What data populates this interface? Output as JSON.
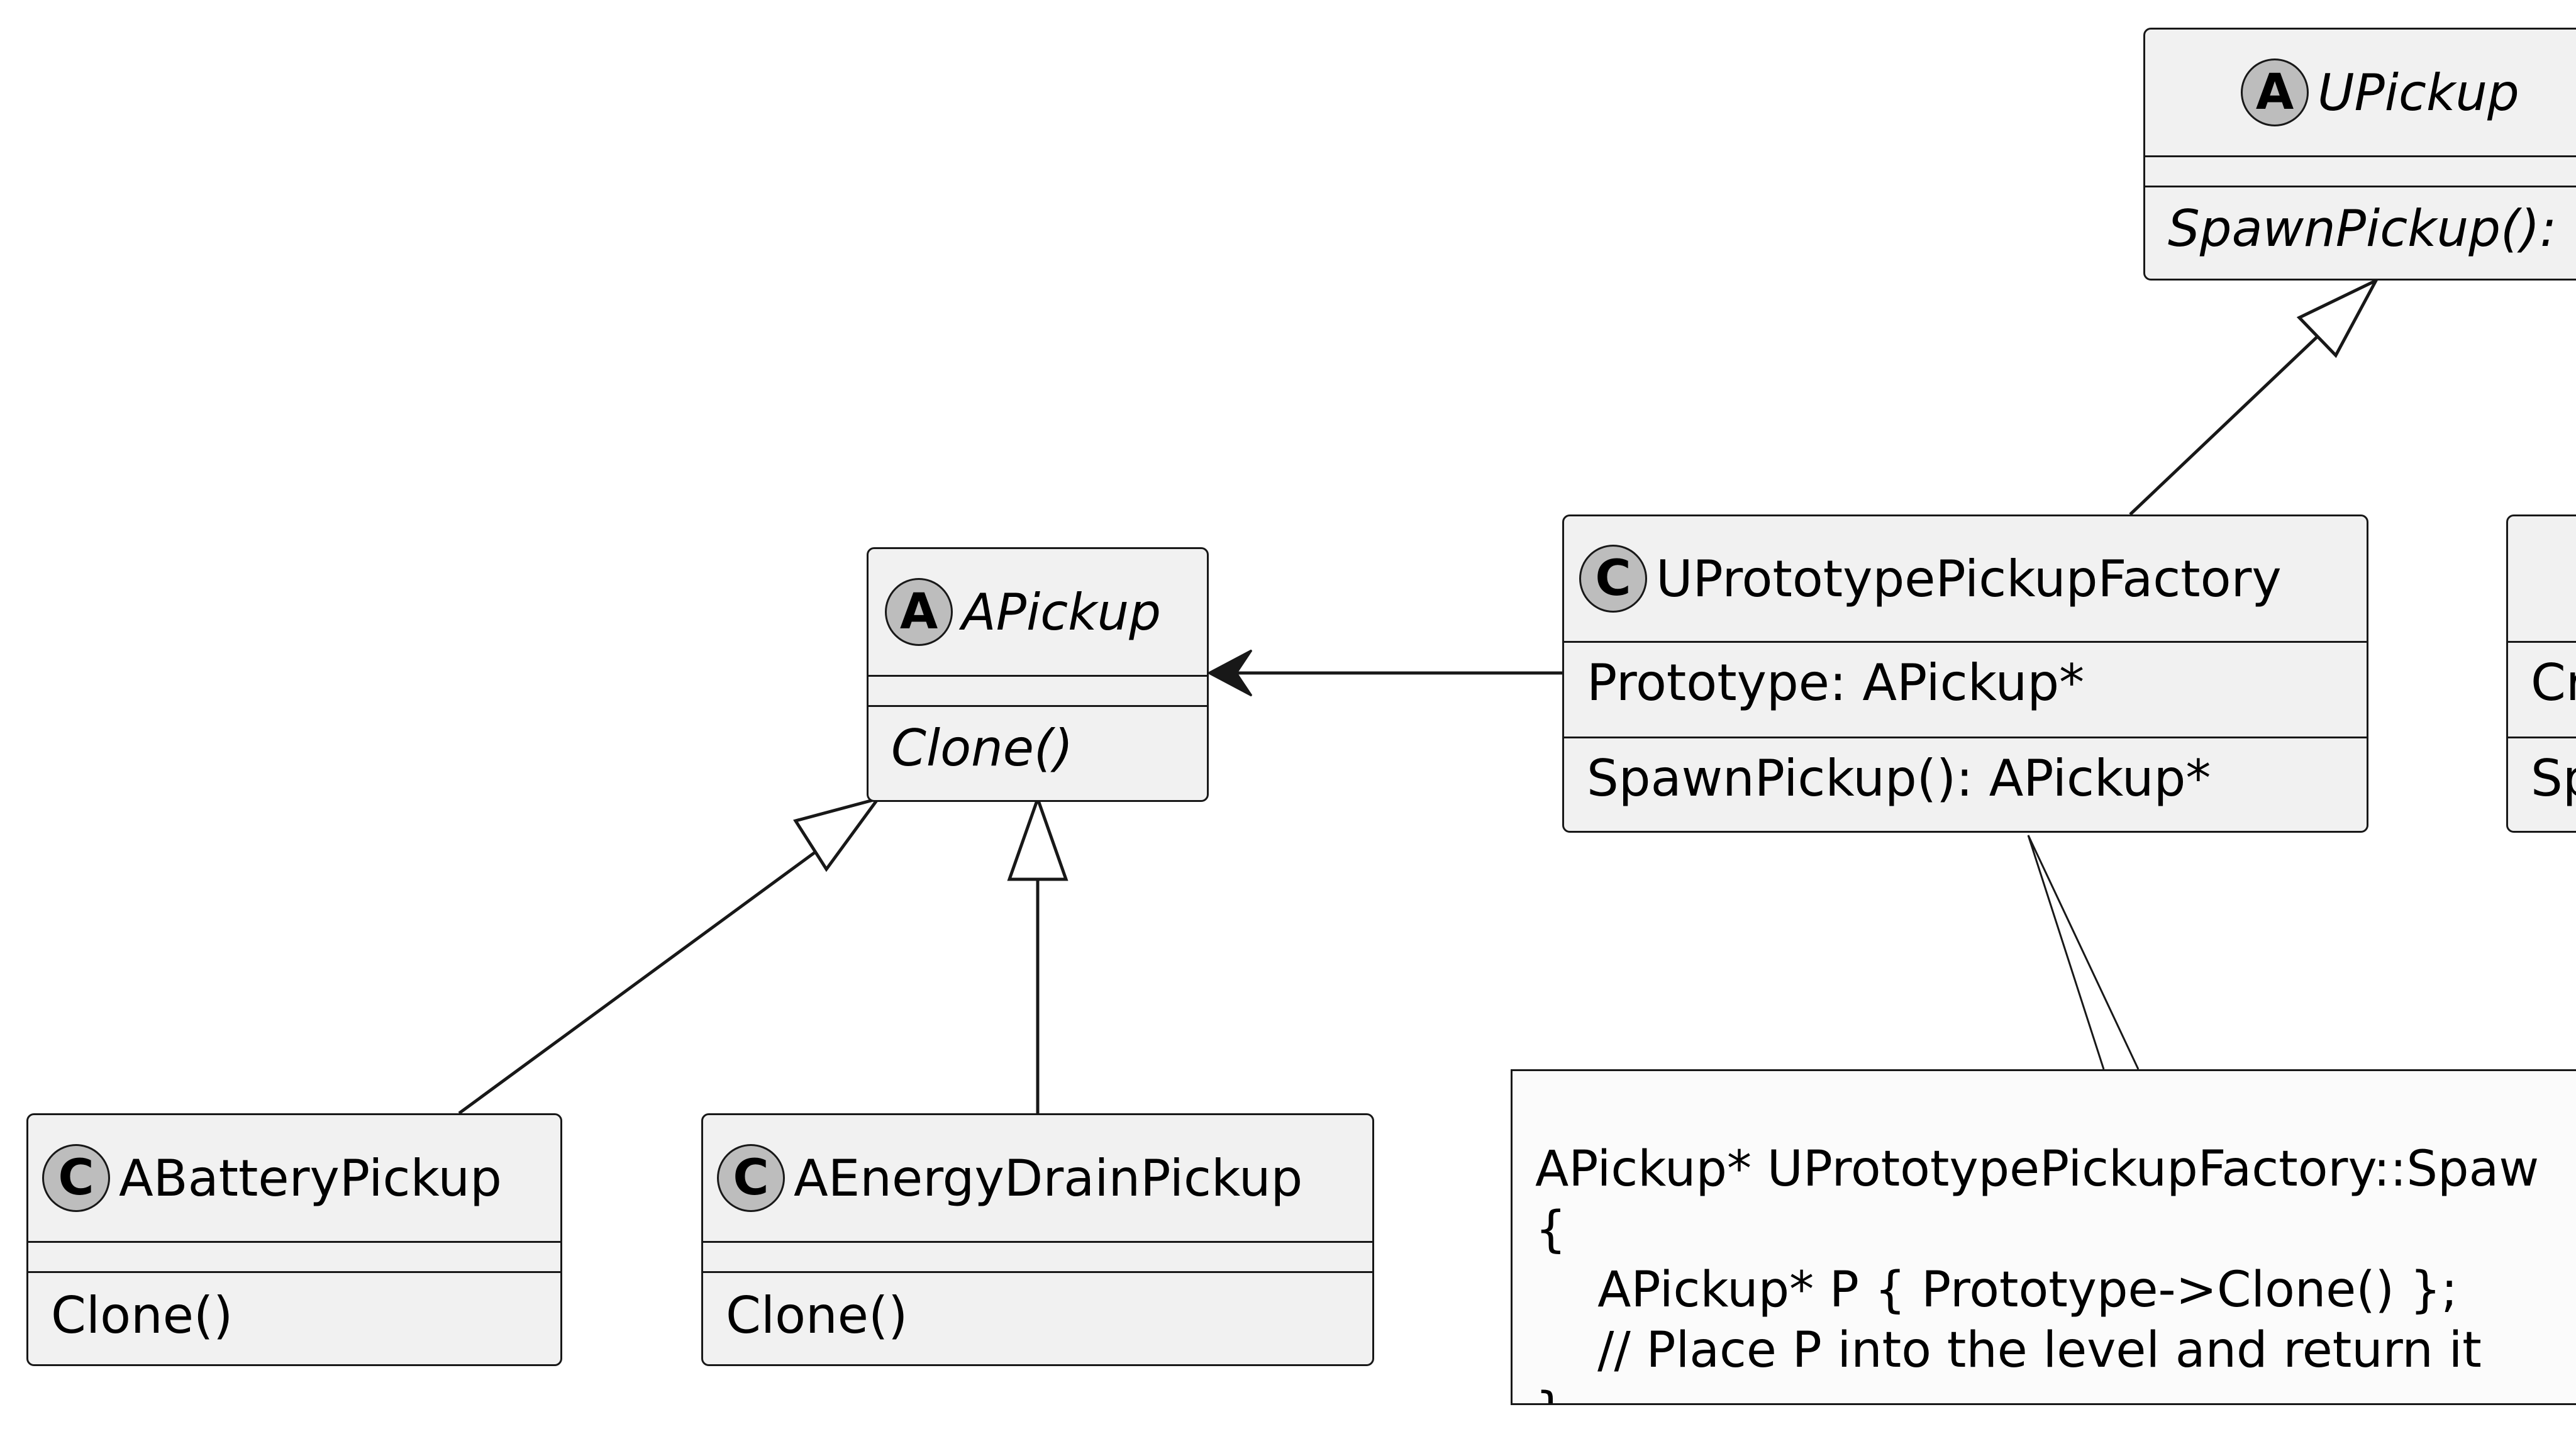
{
  "classes": {
    "upickup_factory": {
      "name": "UPickup",
      "stereotype": "A",
      "abstract": true,
      "method": "SpawnPickup():"
    },
    "apickup": {
      "name": "APickup",
      "stereotype": "A",
      "abstract": true,
      "method": "Clone()"
    },
    "uprototype": {
      "name": "UPrototypePickupFactory",
      "stereotype": "C",
      "abstract": false,
      "field": "Prototype: APickup*",
      "method": "SpawnPickup(): APickup*"
    },
    "partial_right": {
      "field": "Cr",
      "method": "Sp"
    },
    "abattery": {
      "name": "ABatteryPickup",
      "stereotype": "C",
      "abstract": false,
      "method": "Clone()"
    },
    "aenergy": {
      "name": "AEnergyDrainPickup",
      "stereotype": "C",
      "abstract": false,
      "method": "Clone()"
    }
  },
  "note": {
    "lines": [
      "APickup* UPrototypePickupFactory::Spaw",
      "{",
      "    APickup* P { Prototype->Clone() };",
      "    // Place P into the level and return it",
      "}"
    ]
  },
  "colors": {
    "class_fill": "#f1f1f1",
    "stereotype_fill": "#bdbdbd",
    "note_fill": "#fbfbfb",
    "line": "#181818"
  }
}
